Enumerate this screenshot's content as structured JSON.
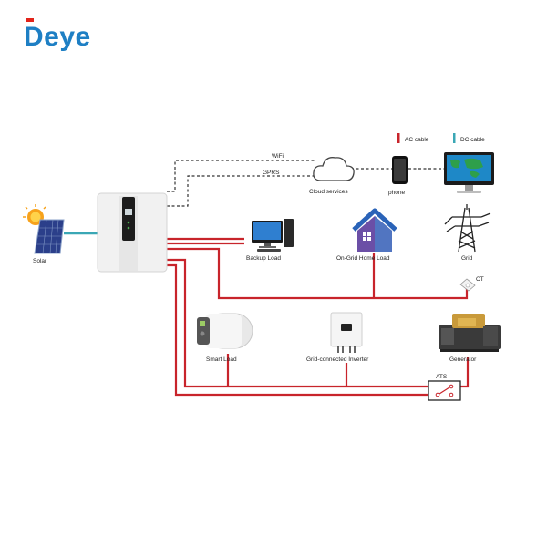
{
  "brand": {
    "logo_text": "Deye",
    "logo_color": "#1e7fc4"
  },
  "legend": [
    {
      "label": "AC cable",
      "color": "#c8242b"
    },
    {
      "label": "DC cable",
      "color": "#3aa7b5"
    }
  ],
  "comm_links": [
    "WiFi",
    "GPRS"
  ],
  "nodes": {
    "solar": "Solar",
    "cloud": "Cloud services",
    "phone": "phone",
    "backup_load": "Backup Load",
    "home_load": "On-Grid Home Load",
    "grid": "Grid",
    "ct": "CT",
    "smart_load": "Smart Load",
    "grid_inverter": "Grid-connected Inverter",
    "generator": "Generator",
    "ats": "ATS"
  },
  "colors": {
    "ac": "#c8242b",
    "dc": "#3aa7b5",
    "comm": "#333333"
  }
}
